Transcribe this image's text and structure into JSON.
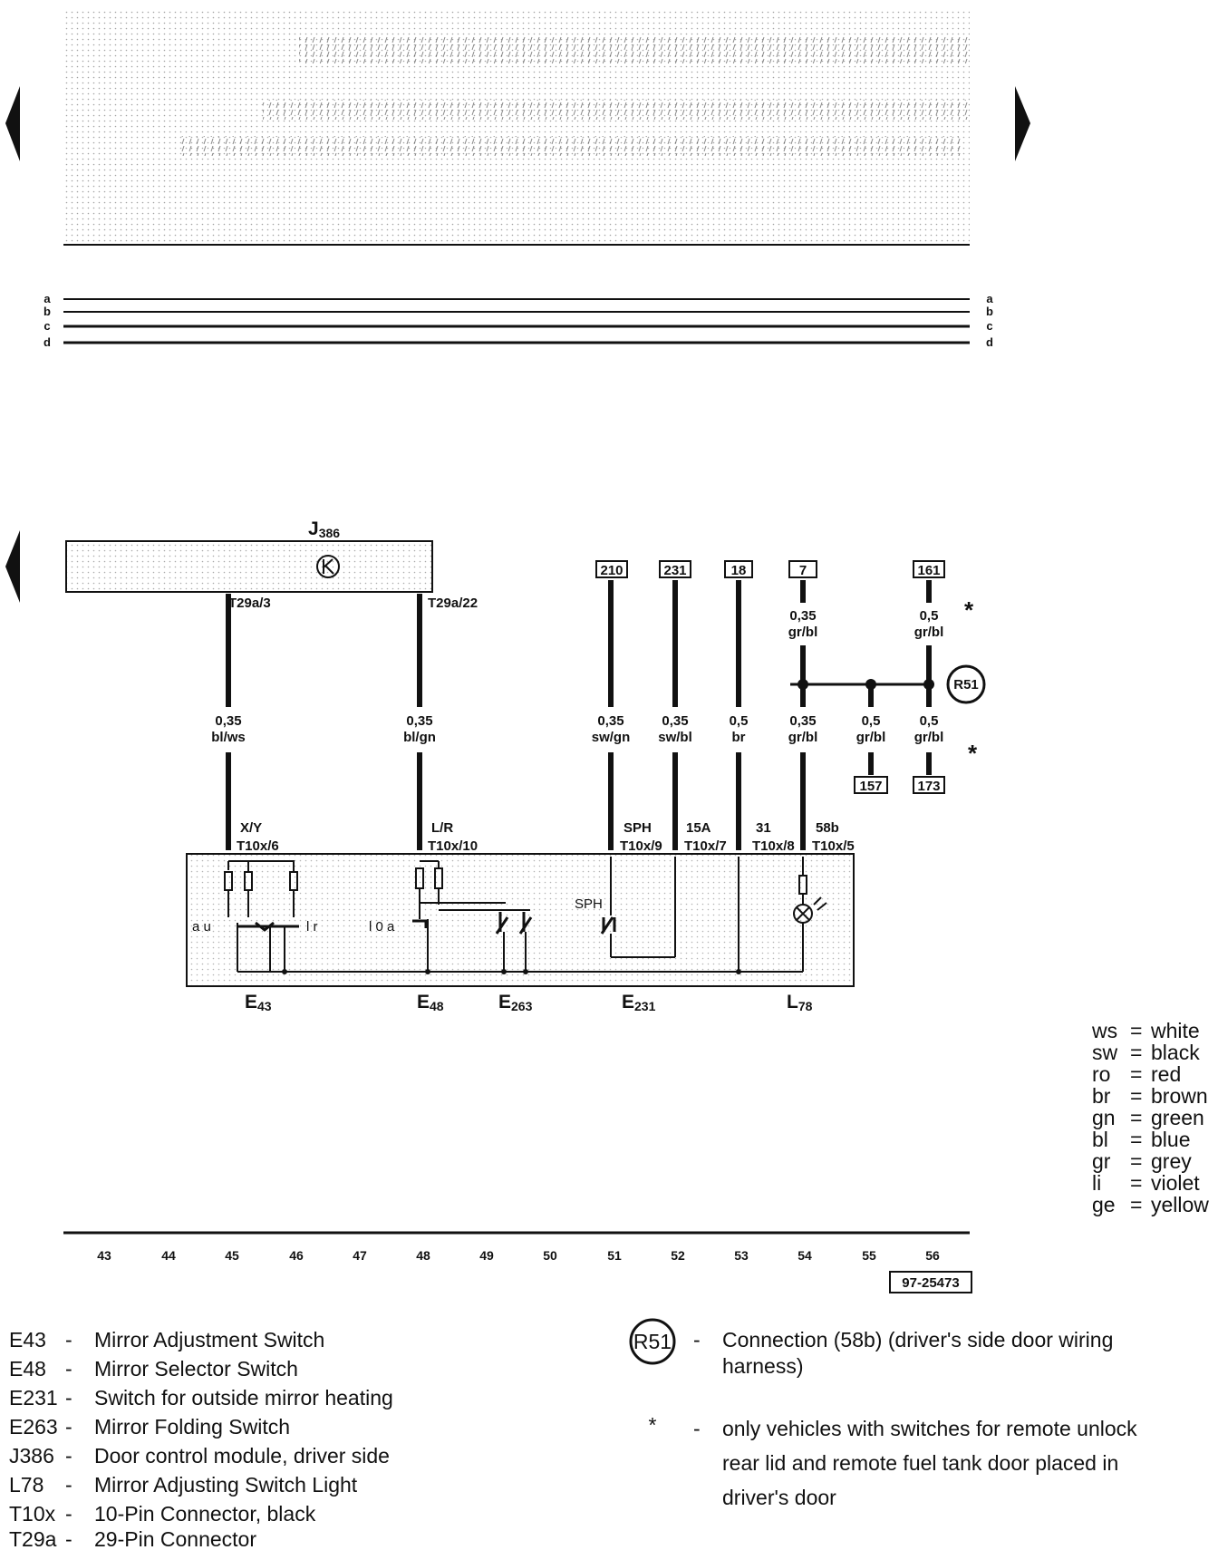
{
  "bus_lines": [
    "a",
    "b",
    "c",
    "d"
  ],
  "control_module": {
    "id": "J386",
    "id_main": "J",
    "id_sub": "386"
  },
  "pins_top": [
    {
      "label": "T29a/3"
    },
    {
      "label": "T29a/22"
    }
  ],
  "terminals_top": [
    {
      "ref": "210"
    },
    {
      "ref": "231"
    },
    {
      "ref": "18"
    },
    {
      "ref": "7"
    },
    {
      "ref": "161"
    }
  ],
  "terminals_bottom": [
    {
      "ref": "157"
    },
    {
      "ref": "173"
    }
  ],
  "wires": [
    {
      "size": "0,35",
      "color": "bl/ws"
    },
    {
      "size": "0,35",
      "color": "bl/gn"
    },
    {
      "size": "0,35",
      "color": "sw/gn"
    },
    {
      "size": "0,35",
      "color": "sw/bl"
    },
    {
      "size": "0,5",
      "color": "br"
    },
    {
      "size": "0,35",
      "color": "gr/bl"
    },
    {
      "size": "0,5",
      "color": "gr/bl"
    },
    {
      "size": "0,5",
      "color": "gr/bl"
    },
    {
      "size": "0,35",
      "color": "gr/bl"
    },
    {
      "size": "0,5",
      "color": "gr/bl"
    }
  ],
  "switch_pins": [
    {
      "func": "X/Y",
      "pin": "T10x/6"
    },
    {
      "func": "L/R",
      "pin": "T10x/10"
    },
    {
      "func": "SPH",
      "pin": "T10x/9"
    },
    {
      "func": "15A",
      "pin": "T10x/7"
    },
    {
      "func": "31",
      "pin": "T10x/8"
    },
    {
      "func": "58b",
      "pin": "T10x/5"
    }
  ],
  "switch_inner": {
    "au": "a u",
    "lr": "l r",
    "loa": "l 0 a",
    "sph": "SPH"
  },
  "asterisk": "*",
  "connection": {
    "id": "R51"
  },
  "components": [
    {
      "main": "E",
      "sub": "43"
    },
    {
      "main": "E",
      "sub": "48"
    },
    {
      "main": "E",
      "sub": "263"
    },
    {
      "main": "E",
      "sub": "231"
    },
    {
      "main": "L",
      "sub": "78"
    }
  ],
  "color_key": [
    {
      "code": "ws",
      "name": "white"
    },
    {
      "code": "sw",
      "name": "black"
    },
    {
      "code": "ro",
      "name": "red"
    },
    {
      "code": "br",
      "name": "brown"
    },
    {
      "code": "gn",
      "name": "green"
    },
    {
      "code": "bl",
      "name": "blue"
    },
    {
      "code": "gr",
      "name": "grey"
    },
    {
      "code": "li",
      "name": "violet"
    },
    {
      "code": "ge",
      "name": "yellow"
    }
  ],
  "columns": [
    "43",
    "44",
    "45",
    "46",
    "47",
    "48",
    "49",
    "50",
    "51",
    "52",
    "53",
    "54",
    "55",
    "56"
  ],
  "diagram_id": "97-25473",
  "legend_left": [
    {
      "code": "E43",
      "sep": "-",
      "text": "Mirror Adjustment Switch"
    },
    {
      "code": "E48",
      "sep": "-",
      "text": "Mirror Selector Switch"
    },
    {
      "code": "E231",
      "sep": "-",
      "text": "Switch for outside mirror heating"
    },
    {
      "code": "E263",
      "sep": "-",
      "text": "Mirror Folding  Switch"
    },
    {
      "code": "J386",
      "sep": "-",
      "text": "Door control module, driver side"
    },
    {
      "code": "L78",
      "sep": "-",
      "text": "Mirror Adjusting Switch Light"
    },
    {
      "code": "T10x",
      "sep": "-",
      "text": "10-Pin Connector, black"
    },
    {
      "code": "T29a",
      "sep": "-",
      "text": "29-Pin Connector"
    }
  ],
  "legend_right": [
    {
      "symbol": "R51",
      "sep": "-",
      "lines": [
        "Connection (58b) (driver's side door wiring",
        "harness)"
      ]
    },
    {
      "symbol": "*",
      "sep": "-",
      "lines": [
        "only vehicles with switches for remote unlock",
        "rear lid and remote  fuel tank door placed in",
        "driver's door"
      ]
    }
  ]
}
